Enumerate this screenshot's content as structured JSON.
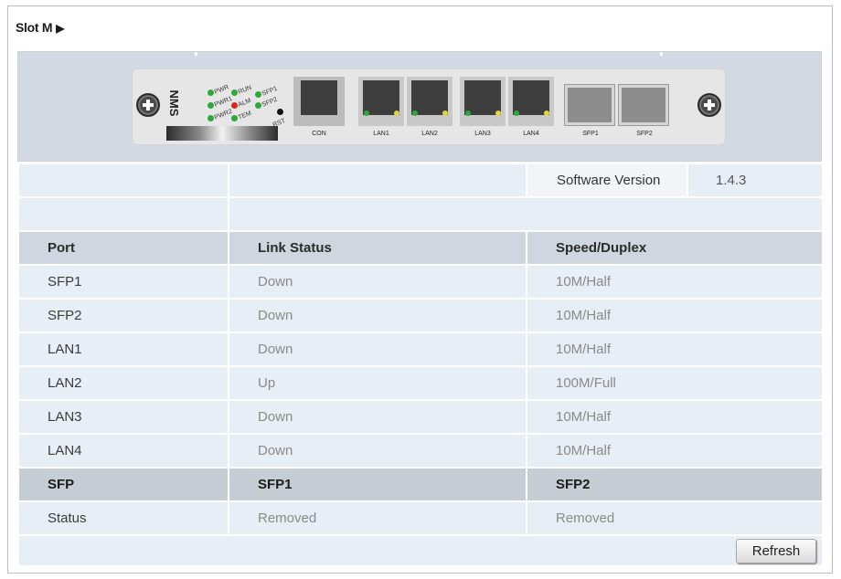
{
  "header": {
    "title": "Slot M",
    "arrow": "▶"
  },
  "panel": {
    "module_label": "NMS",
    "led_labels": [
      "PWR",
      "PWR1",
      "PWR2",
      "RUN",
      "ALM",
      "TEM",
      "SFP1",
      "SFP2",
      "RST"
    ],
    "ports": [
      "CON",
      "LAN1",
      "LAN2",
      "LAN3",
      "LAN4",
      "SFP1",
      "SFP2"
    ]
  },
  "software": {
    "label": "Software Version",
    "value": "1.4.3"
  },
  "port_table": {
    "headers": [
      "Port",
      "Link Status",
      "Speed/Duplex"
    ],
    "rows": [
      [
        "SFP1",
        "Down",
        "10M/Half"
      ],
      [
        "SFP2",
        "Down",
        "10M/Half"
      ],
      [
        "LAN1",
        "Down",
        "10M/Half"
      ],
      [
        "LAN2",
        "Up",
        "100M/Full"
      ],
      [
        "LAN3",
        "Down",
        "10M/Half"
      ],
      [
        "LAN4",
        "Down",
        "10M/Half"
      ]
    ]
  },
  "sfp_table": {
    "headers": [
      "SFP",
      "SFP1",
      "SFP2"
    ],
    "rows": [
      [
        "Status",
        "Removed",
        "Removed"
      ]
    ]
  },
  "buttons": {
    "refresh": "Refresh"
  },
  "colors": {
    "led_green": "#2ea83a",
    "led_red": "#d8281e",
    "led_yellow": "#e4d63a",
    "row_bg": "#e8eef5",
    "header_bg": "#cfd6df"
  }
}
